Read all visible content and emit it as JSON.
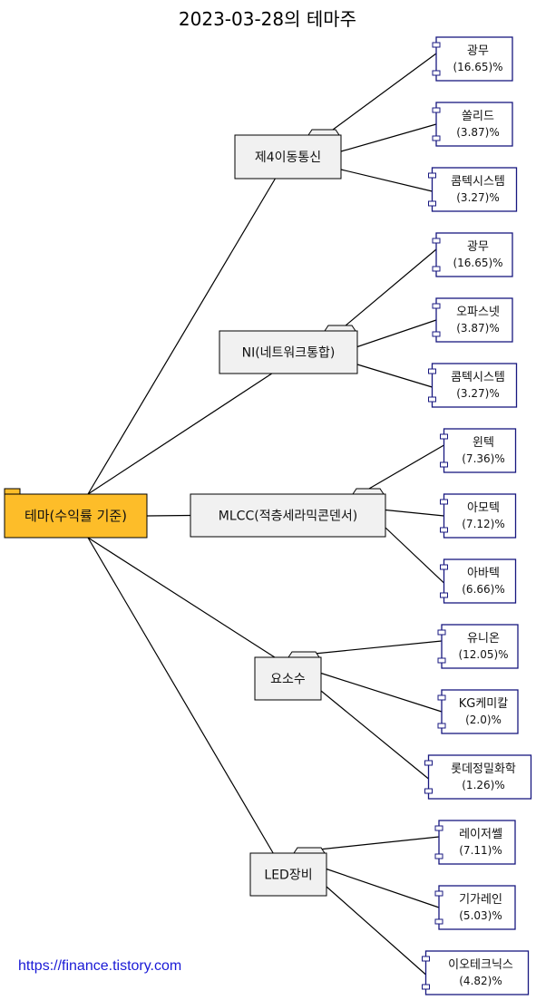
{
  "title": "2023-03-28의 테마주",
  "footer": "https://finance.tistory.com",
  "colors": {
    "root_fill": "#FDBD29",
    "folder_fill": "#F1F1F1",
    "component_border": "#181880",
    "footer": "#1a1ad6"
  },
  "root": {
    "label": "테마(수익률 기준)"
  },
  "themes": [
    {
      "label": "제4이동통신",
      "stocks": [
        {
          "name": "광무",
          "pct": "(16.65)%"
        },
        {
          "name": "쏠리드",
          "pct": "(3.87)%"
        },
        {
          "name": "콤텍시스템",
          "pct": "(3.27)%"
        }
      ]
    },
    {
      "label": "NI(네트워크통합)",
      "stocks": [
        {
          "name": "광무",
          "pct": "(16.65)%"
        },
        {
          "name": "오파스넷",
          "pct": "(3.87)%"
        },
        {
          "name": "콤텍시스템",
          "pct": "(3.27)%"
        }
      ]
    },
    {
      "label": "MLCC(적층세라믹콘덴서)",
      "stocks": [
        {
          "name": "윈텍",
          "pct": "(7.36)%"
        },
        {
          "name": "아모텍",
          "pct": "(7.12)%"
        },
        {
          "name": "아바텍",
          "pct": "(6.66)%"
        }
      ]
    },
    {
      "label": "요소수",
      "stocks": [
        {
          "name": "유니온",
          "pct": "(12.05)%"
        },
        {
          "name": "KG케미칼",
          "pct": "(2.0)%"
        },
        {
          "name": "롯데정밀화학",
          "pct": "(1.26)%"
        }
      ]
    },
    {
      "label": "LED장비",
      "stocks": [
        {
          "name": "레이저쎌",
          "pct": "(7.11)%"
        },
        {
          "name": "기가레인",
          "pct": "(5.03)%"
        },
        {
          "name": "이오테크닉스",
          "pct": "(4.82)%"
        }
      ]
    }
  ]
}
